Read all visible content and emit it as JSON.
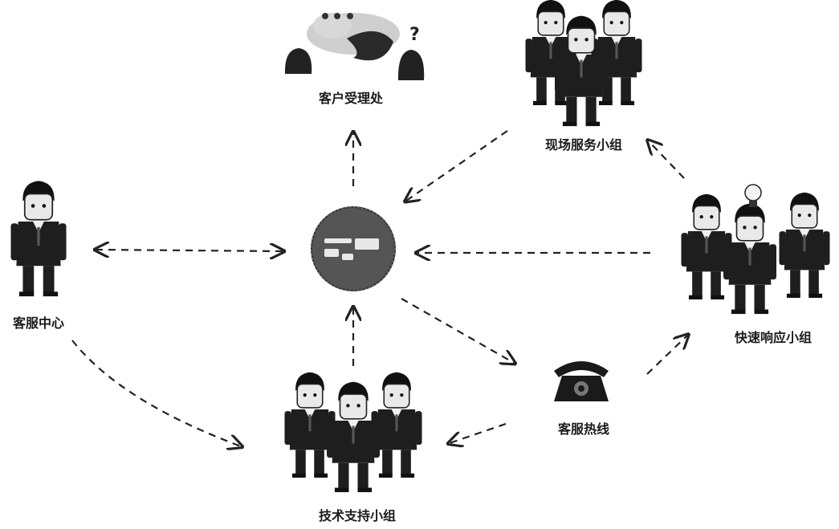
{
  "nodes": {
    "customer_service_center": {
      "label": "客服中心"
    },
    "complaint_office": {
      "label": "客户受理处"
    },
    "onsite_service_team": {
      "label": "现场服务小组"
    },
    "rapid_response_team": {
      "label": "快速响应小组"
    },
    "service_hotline": {
      "label": "客服热线"
    },
    "tech_support_team": {
      "label": "技术支持小组"
    },
    "center_hub": {
      "label": ""
    }
  },
  "colors": {
    "ink": "#1a1a1a",
    "hub_fill": "#555555",
    "paper": "#ffffff"
  }
}
